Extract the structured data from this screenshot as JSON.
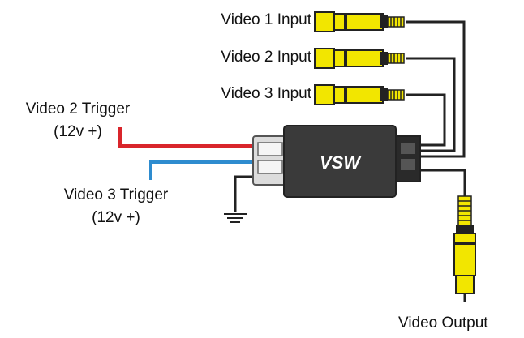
{
  "inputs": [
    {
      "label": "Video 1 Input"
    },
    {
      "label": "Video 2 Input"
    },
    {
      "label": "Video 3 Input"
    }
  ],
  "triggers": [
    {
      "title": "Video 2 Trigger",
      "spec": "(12v +)",
      "wire_color": "#d9252b"
    },
    {
      "title": "Video 3 Trigger",
      "spec": "(12v +)",
      "wire_color": "#2e8ccf"
    }
  ],
  "unit": {
    "label": "VSW",
    "color": "#3a3a3a"
  },
  "output": {
    "label": "Video Output"
  },
  "colors": {
    "rca_body": "#f2e600",
    "wire": "#222222",
    "ground": "#222222"
  }
}
